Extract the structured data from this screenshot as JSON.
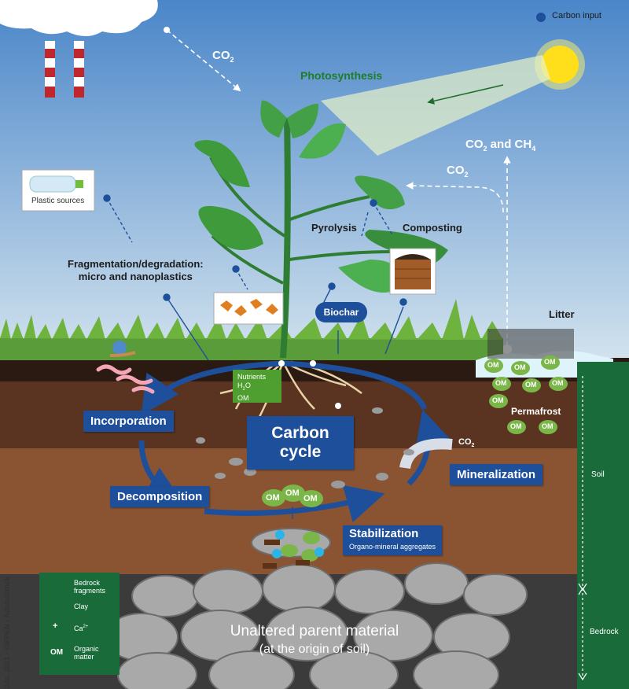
{
  "diagram": {
    "legend_top": "Carbon input",
    "co2_sky": "CO",
    "co2_sky_sub": "2",
    "photosynthesis": "Photosynthesis",
    "co2_ch4": "CO",
    "co2_ch4_sub1": "2",
    "co2_ch4_mid": " and CH",
    "co2_ch4_sub2": "4",
    "co2_right": "CO",
    "co2_right_sub": "2",
    "plastic_sources": "Plastic sources",
    "fragmentation": "Fragmentation/degradation:",
    "fragmentation2": "micro and nanoplastics",
    "pyrolysis": "Pyrolysis",
    "composting": "Composting",
    "biochar": "Biochar",
    "litter": "Litter",
    "nutrients": "Nutrients",
    "h2o": "H",
    "h2o_sub": "2",
    "h2o_end": "O",
    "om_small": "OM",
    "incorporation": "Incorporation",
    "carbon_cycle_1": "Carbon",
    "carbon_cycle_2": "cycle",
    "decomposition": "Decomposition",
    "mineralization": "Mineralization",
    "co2_soil": "CO",
    "co2_soil_sub": "2",
    "permafrost": "Permafrost",
    "stabilization": "Stabilization",
    "organo_mineral": "Organo-mineral aggregates",
    "om": "OM",
    "soil": "Soil",
    "bedrock": "Bedrock",
    "parent_material": "Unaltered parent material",
    "parent_material_2": "(at the origin of soil)",
    "credit": "Déc. 2021 - ©IFPEN - AdobeStock"
  },
  "legend": {
    "bedrock_fragments": "Bedrock fragments",
    "clay": "Clay",
    "ca": "Ca",
    "ca_sup": "2+",
    "ca_symbol": "+",
    "organic_matter": "Organic matter",
    "om": "OM"
  },
  "colors": {
    "sky_top": "#4a86c9",
    "sky_bottom": "#cfe0ec",
    "soil_dark": "#2b1a12",
    "soil_mid": "#5a3420",
    "soil_light": "#8a5433",
    "bedrock": "#3b3b3b",
    "cycle_blue": "#1e4f9a",
    "leaf_green": "#3f9a3c",
    "legend_green": "#1a6b3a",
    "om_green": "#7ab648"
  }
}
